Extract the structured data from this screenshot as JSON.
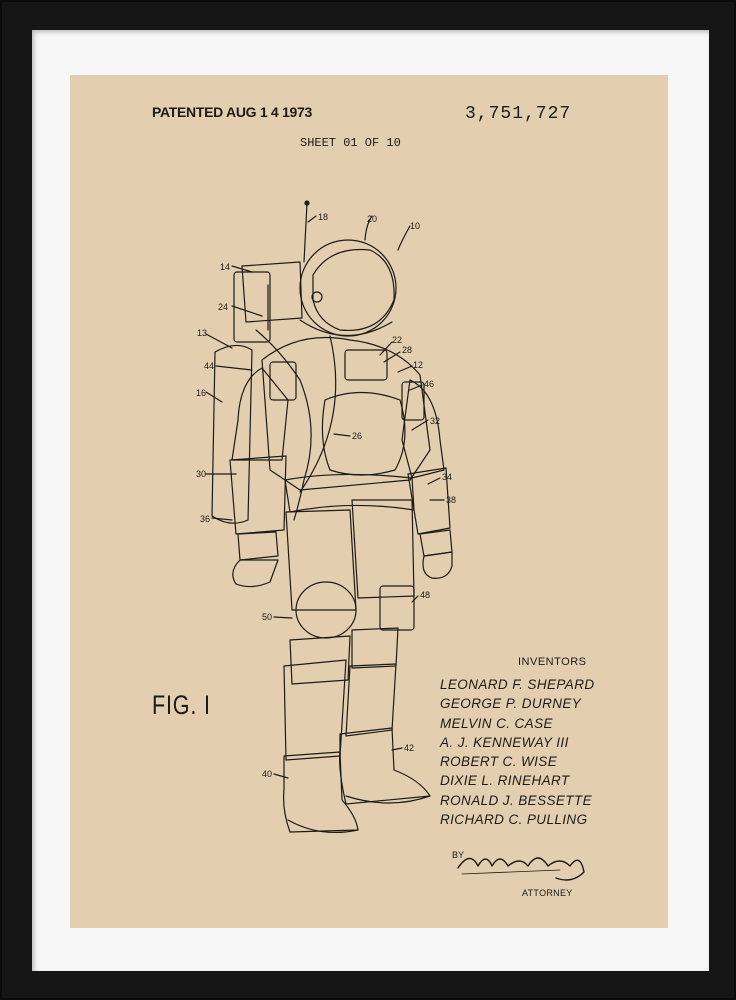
{
  "header": {
    "patented": "PATENTED AUG 1 4 1973",
    "patent_number": "3,751,727",
    "sheet": "SHEET  01 OF 10"
  },
  "figure_label": "FIG. I",
  "inventors": {
    "heading": "INVENTORS",
    "names": [
      "LEONARD F. SHEPARD",
      "GEORGE P. DURNEY",
      "MELVIN C. CASE",
      "A. J. KENNEWAY III",
      "ROBERT C. WISE",
      "DIXIE L. RINEHART",
      "RONALD J. BESSETTE",
      "RICHARD C. PULLING"
    ]
  },
  "signature": {
    "by": "BY",
    "attorney": "ATTORNEY"
  },
  "reference_numerals": [
    "18",
    "20",
    "10",
    "14",
    "24",
    "13",
    "22",
    "28",
    "12",
    "44",
    "46",
    "16",
    "32",
    "26",
    "30",
    "34",
    "38",
    "36",
    "50",
    "48",
    "42",
    "40"
  ],
  "colors": {
    "frame": "#161616",
    "mat": "#f6f7f6",
    "paper": "#e3cfb0",
    "ink": "#1e1a15"
  }
}
